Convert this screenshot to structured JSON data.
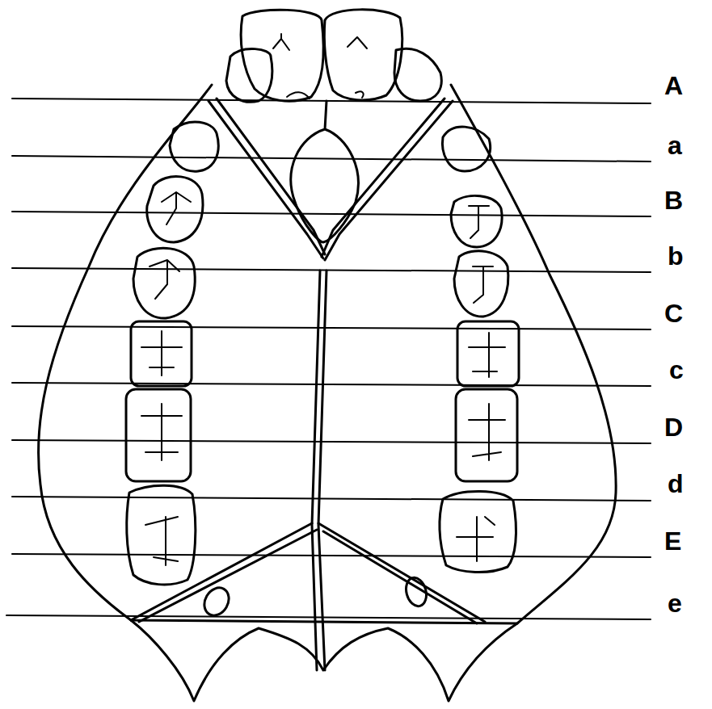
{
  "diagram": {
    "labels": [
      "A",
      "a",
      "B",
      "b",
      "C",
      "c",
      "D",
      "d",
      "E",
      "e"
    ]
  }
}
